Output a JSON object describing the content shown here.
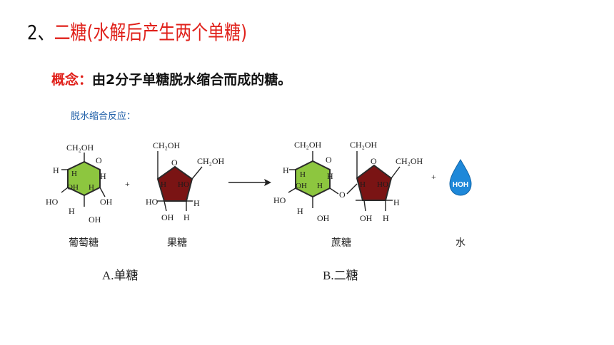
{
  "heading": {
    "number": "2、",
    "title": "二糖(水解后产生两个单糖)"
  },
  "concept": {
    "label": "概念：",
    "text": "由2分子单糖脱水缩合而成的糖。"
  },
  "reaction_label": "脱水缩合反应：",
  "diagram": {
    "colors": {
      "glucose_ring": "#8dc63f",
      "fructose_ring": "#7a1414",
      "water_drop": "#1e88d9"
    },
    "glucose": {
      "ch2oh": "CH₂OH",
      "o": "O",
      "h": "H",
      "oh": "OH",
      "ho": "HO",
      "caption": "葡萄糖"
    },
    "fructose": {
      "ch2oh": "CH₂OH",
      "o": "O",
      "h": "H",
      "oh": "OH",
      "ho": "HO",
      "caption": "果糖"
    },
    "sucrose": {
      "ch2oh": "CH₂OH",
      "o": "O",
      "h": "H",
      "oh": "OH",
      "ho": "HO",
      "bridge_o": "O",
      "caption": "蔗糖"
    },
    "plus": "+",
    "water": {
      "formula": "HOH",
      "caption": "水"
    },
    "label_a": "A.单糖",
    "label_b": "B.二糖"
  }
}
